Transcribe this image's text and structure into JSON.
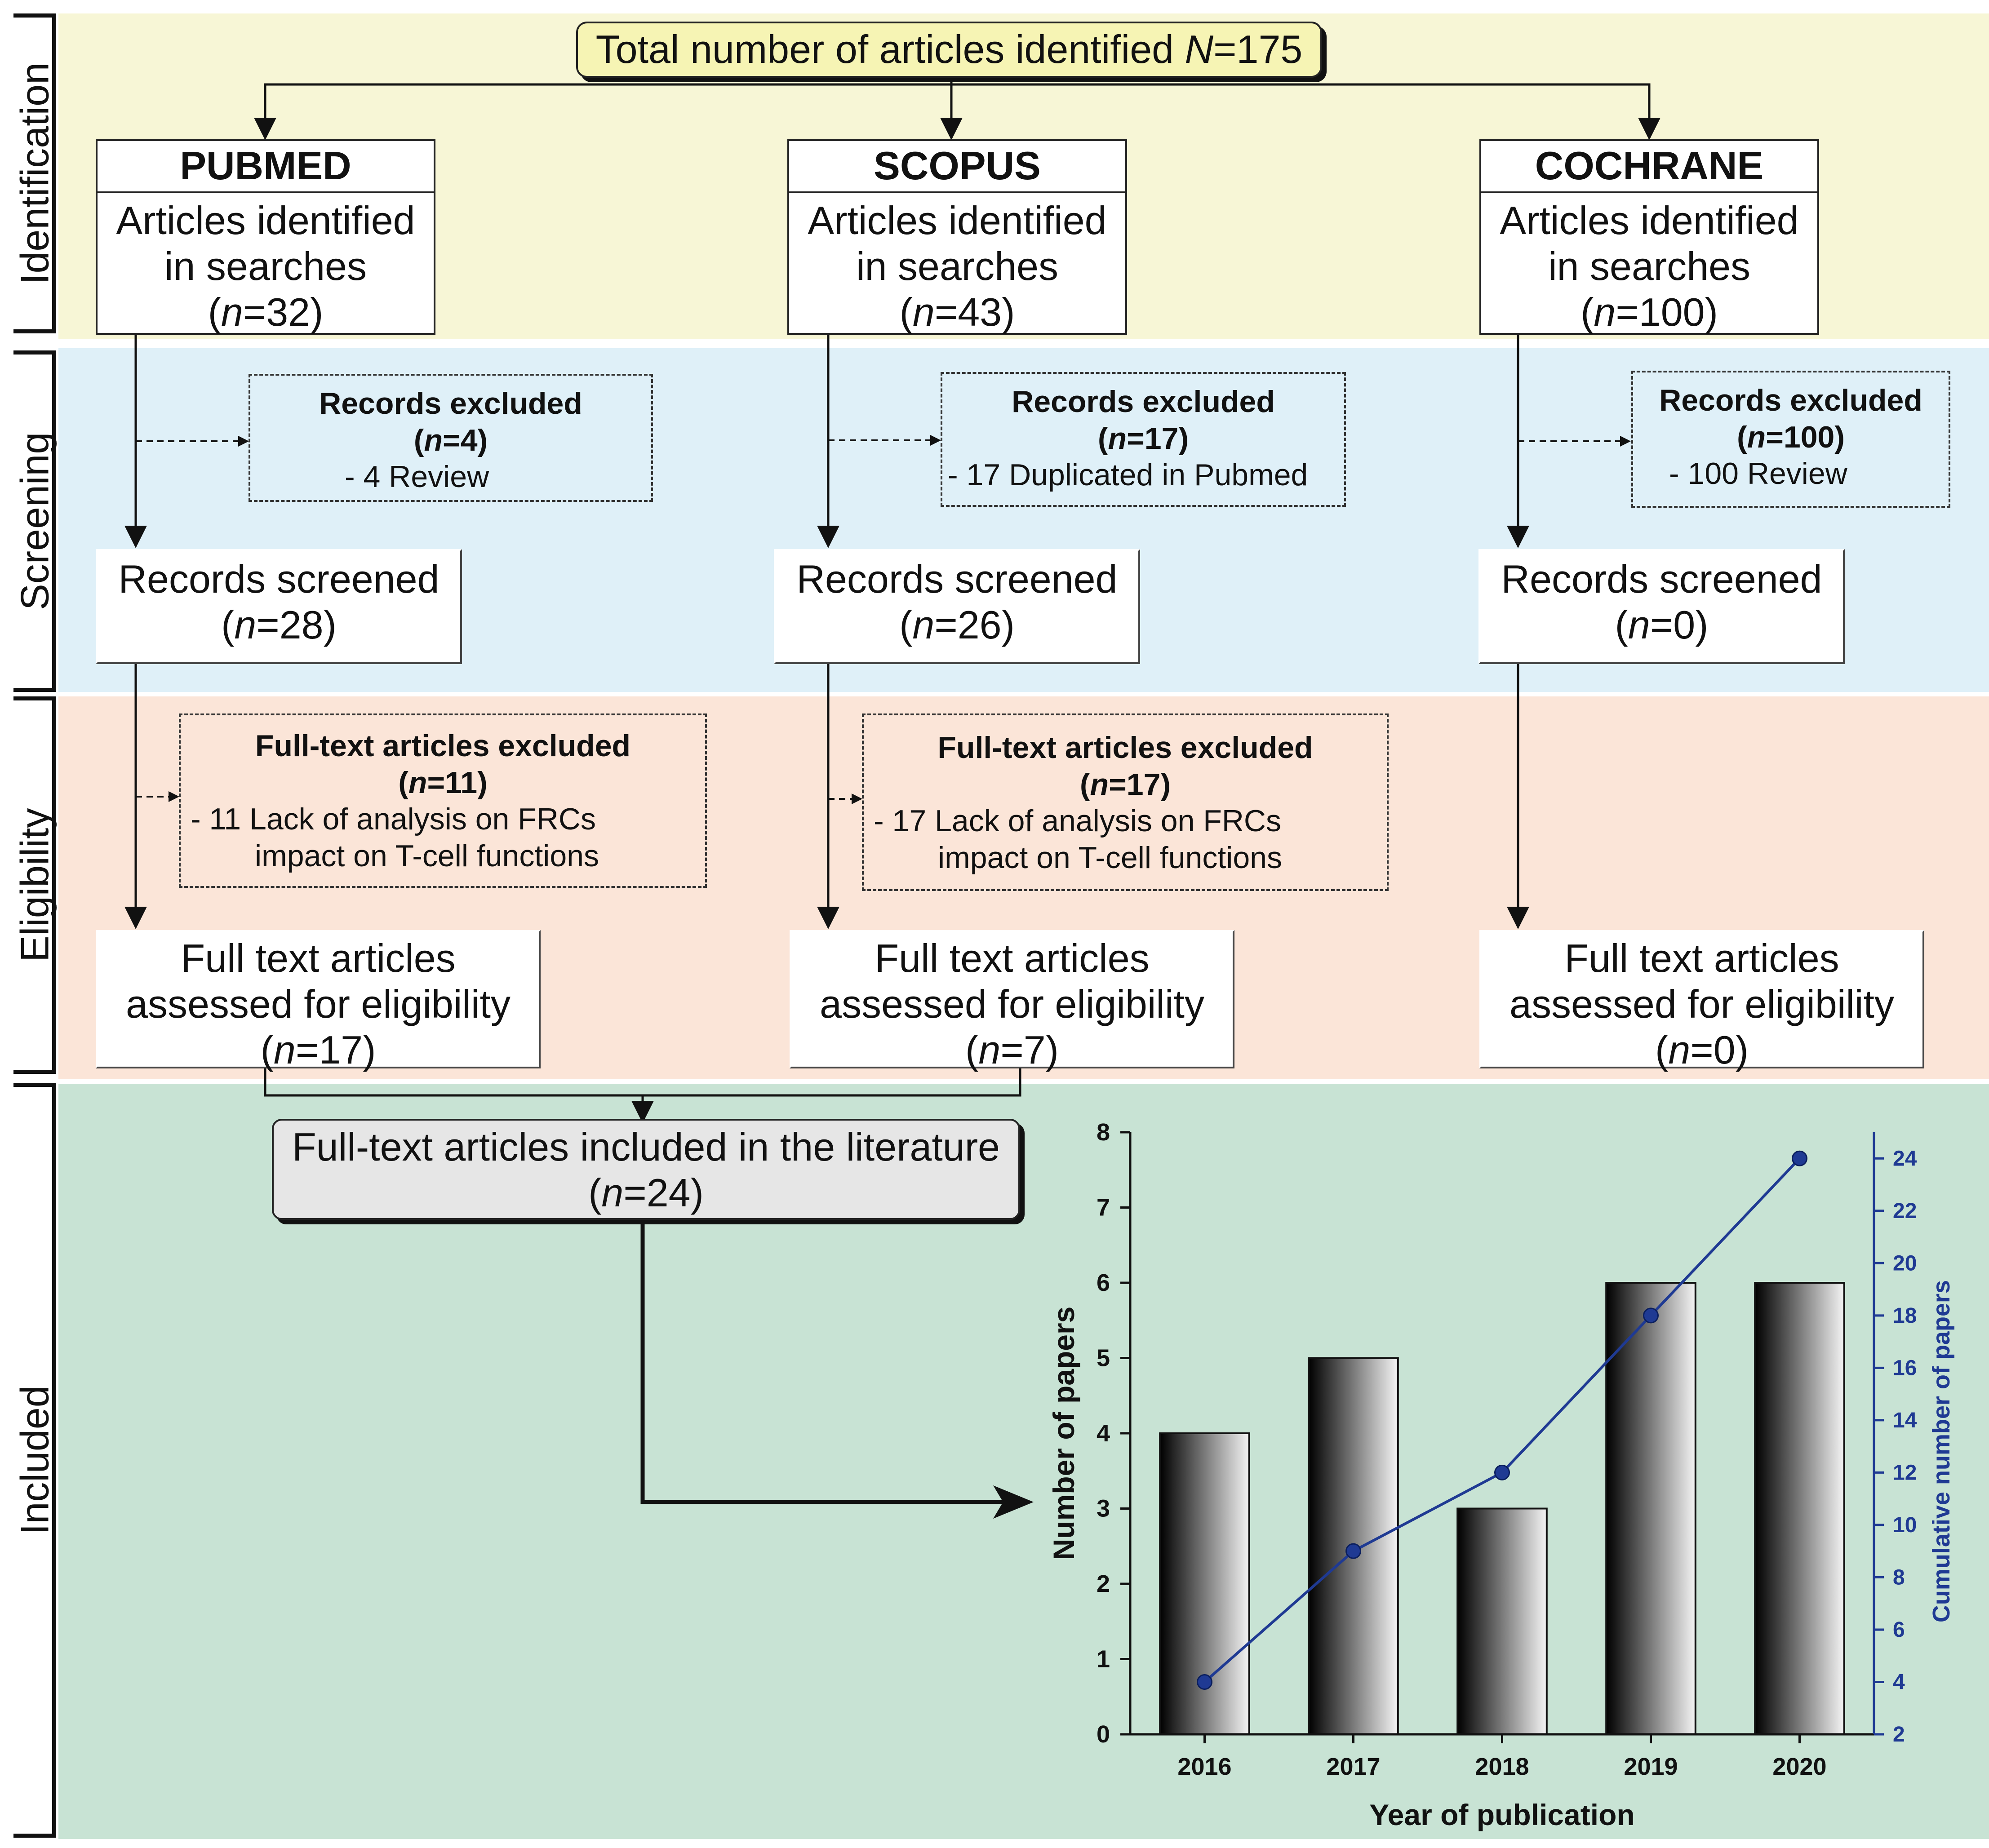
{
  "stages": {
    "identification": "Identification",
    "screening": "Screening",
    "eligibility": "Eligibility",
    "included": "Included"
  },
  "total": {
    "prefix": "Total number of articles identified ",
    "n_symbol": "N",
    "value": "=175"
  },
  "columns": [
    {
      "db": "PUBMED",
      "identified": {
        "line1": "Articles identified",
        "line2": "in searches",
        "n": "n",
        "value": "=32)"
      },
      "excluded": {
        "title": "Records excluded",
        "n": "n",
        "value": "=4)",
        "detail": "- 4 Review"
      },
      "screened": {
        "line1": "Records screened",
        "n": "n",
        "value": "=28)"
      },
      "fulltext_excluded": {
        "title": "Full-text articles excluded",
        "n": "n",
        "value": "=11)",
        "detail1": "- 11 Lack of analysis on FRCs",
        "detail2": "impact on T-cell functions"
      },
      "assessed": {
        "line1": "Full text articles",
        "line2": "assessed for eligibility",
        "n": "n",
        "value": "=17)"
      }
    },
    {
      "db": "SCOPUS",
      "identified": {
        "line1": "Articles identified",
        "line2": "in searches",
        "n": "n",
        "value": "=43)"
      },
      "excluded": {
        "title": "Records excluded",
        "n": "n",
        "value": "=17)",
        "detail": "- 17 Duplicated in Pubmed"
      },
      "screened": {
        "line1": "Records screened",
        "n": "n",
        "value": "=26)"
      },
      "fulltext_excluded": {
        "title": "Full-text articles excluded",
        "n": "n",
        "value": "=17)",
        "detail1": "- 17 Lack of analysis on FRCs",
        "detail2": "impact on T-cell functions"
      },
      "assessed": {
        "line1": "Full text articles",
        "line2": "assessed for eligibility",
        "n": "n",
        "value": "=7)"
      }
    },
    {
      "db": "COCHRANE",
      "identified": {
        "line1": "Articles identified",
        "line2": "in searches",
        "n": "n",
        "value": "=100)"
      },
      "excluded": {
        "title": "Records excluded",
        "n": "n",
        "value": "=100)",
        "detail": "- 100 Review"
      },
      "screened": {
        "line1": "Records screened",
        "n": "n",
        "value": "=0)"
      },
      "assessed": {
        "line1": "Full text articles",
        "line2": "assessed for eligibility",
        "n": "n",
        "value": "=0)"
      }
    }
  ],
  "included": {
    "line1": "Full-text articles included in the literature",
    "n": "n",
    "value": "=24)"
  },
  "open_paren": "(",
  "chart_data": {
    "type": "bar",
    "categories": [
      "2016",
      "2017",
      "2018",
      "2019",
      "2020"
    ],
    "series": [
      {
        "values": [
          4,
          5,
          3,
          6,
          6
        ]
      },
      {
        "values": [
          4,
          9,
          12,
          18,
          24
        ]
      }
    ],
    "xlabel": "Year of publication",
    "ylabel": "Number of papers",
    "y2label": "Cumulative number of papers",
    "ylim": [
      0,
      8
    ],
    "y2lim": [
      2,
      25
    ],
    "yticks": [
      0,
      1,
      2,
      3,
      4,
      5,
      6,
      7,
      8
    ],
    "y2ticks": [
      2,
      4,
      6,
      8,
      10,
      12,
      14,
      16,
      18,
      20,
      22,
      24
    ],
    "colors": {
      "bar_dark": "#000000",
      "bar_light": "#f4f4f4",
      "line": "#1f3a93",
      "y2axis": "#1f3a93"
    }
  }
}
